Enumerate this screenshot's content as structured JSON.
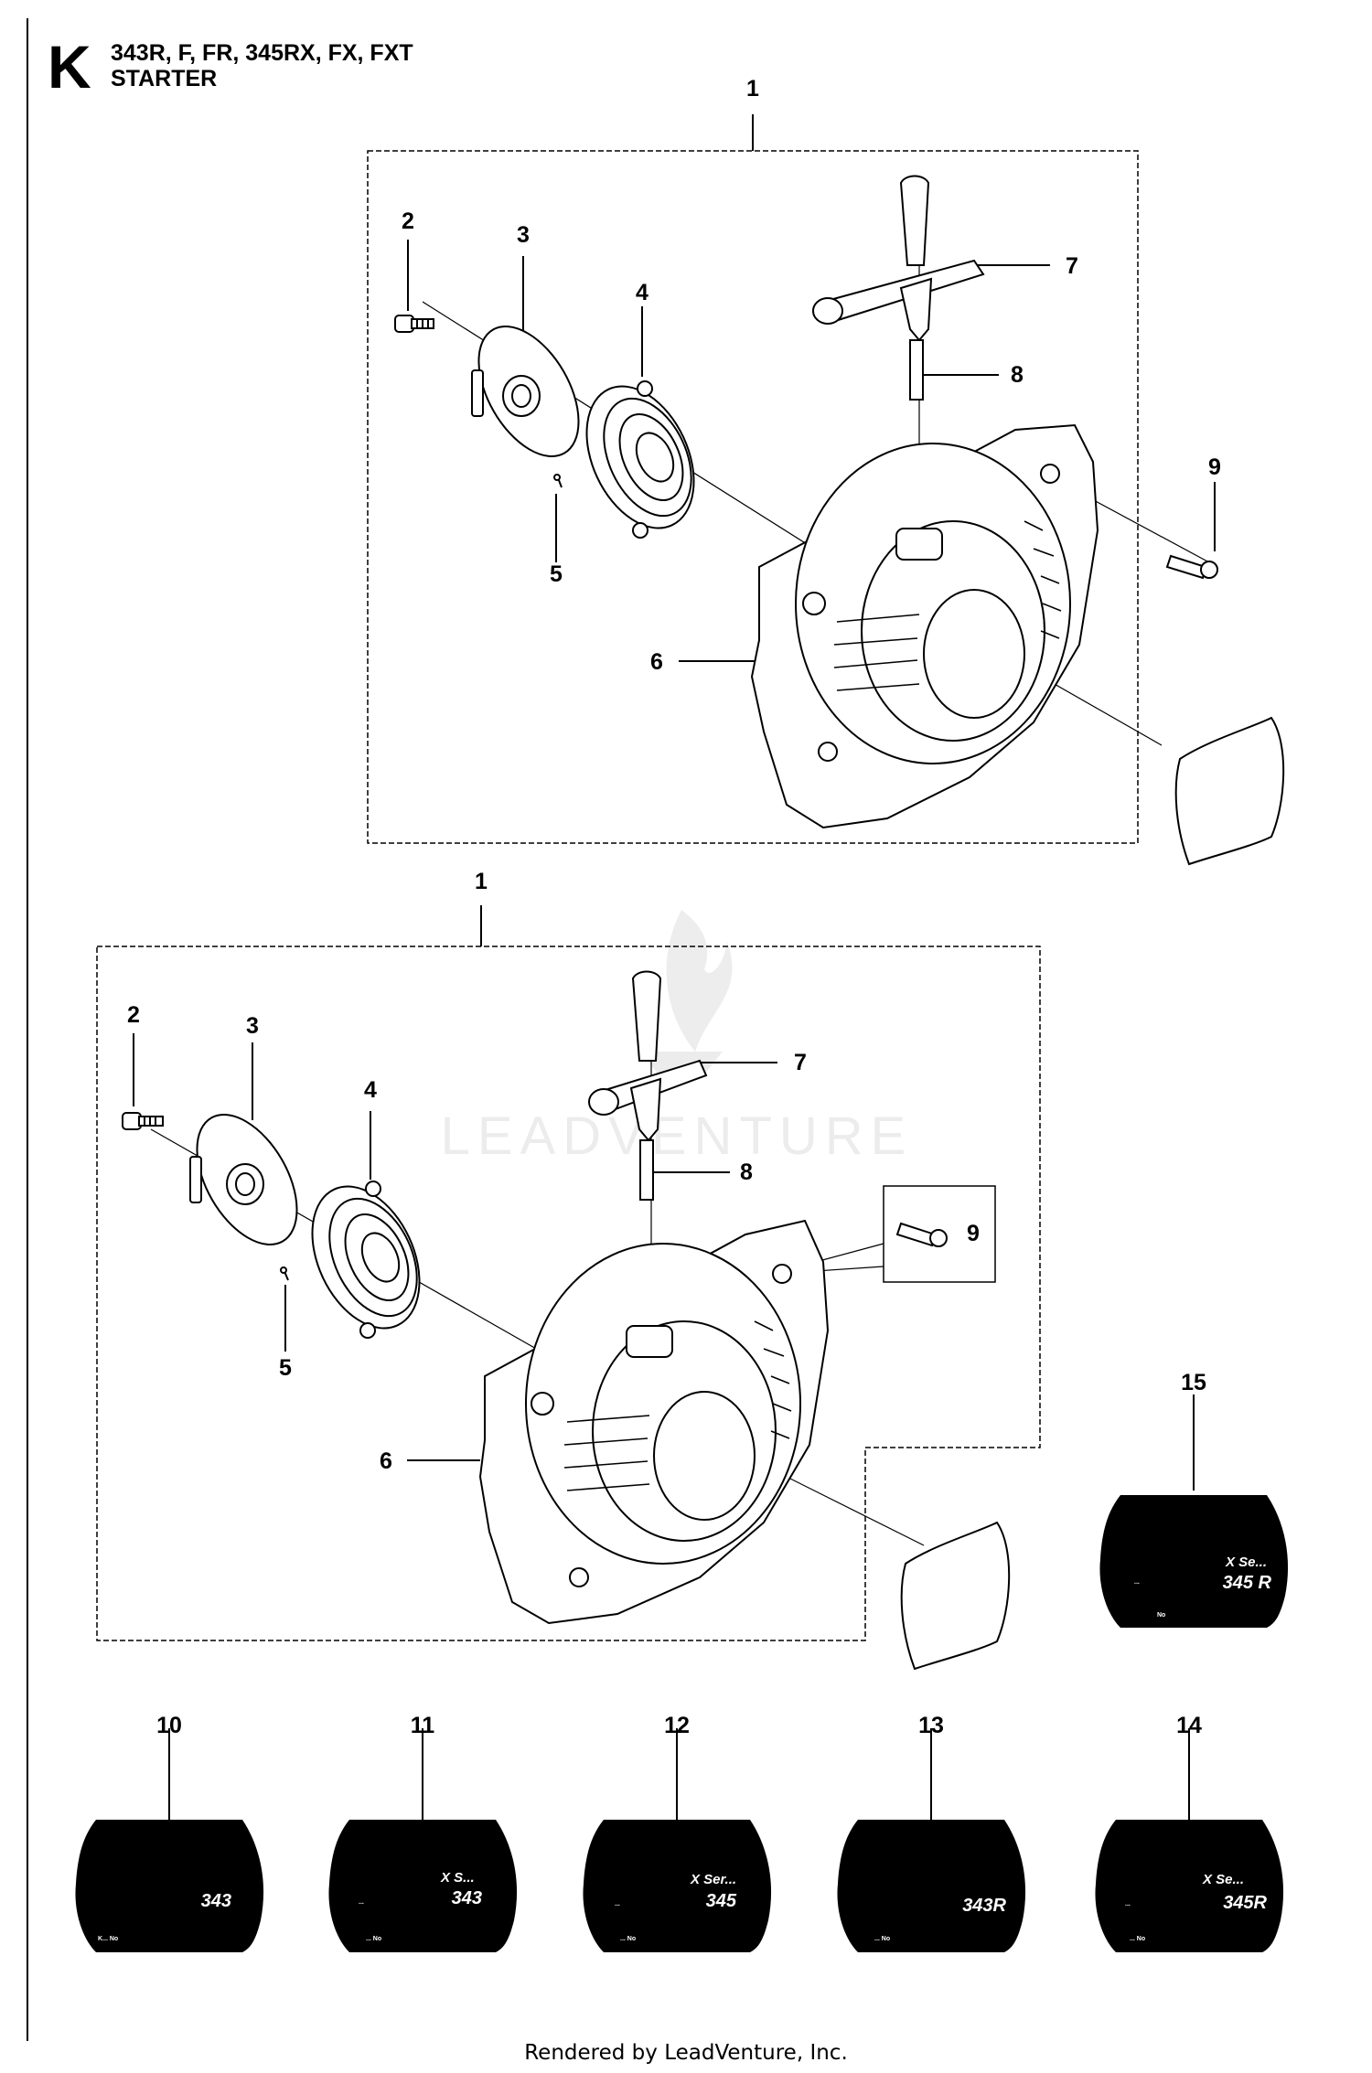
{
  "header": {
    "section_letter": "K",
    "models": "343R, F, FR, 345RX, FX, FXT",
    "title": "STARTER"
  },
  "watermark": "LEADVENTURE",
  "footer": "Rendered by LeadVenture, Inc.",
  "assembly_a": {
    "callouts": [
      "1",
      "2",
      "3",
      "4",
      "5",
      "6",
      "7",
      "8",
      "9"
    ]
  },
  "assembly_b": {
    "callouts": [
      "1",
      "2",
      "3",
      "4",
      "5",
      "6",
      "7",
      "8",
      "9"
    ]
  },
  "decals": [
    {
      "number": "10",
      "lines": [
        "343",
        "K...   No"
      ]
    },
    {
      "number": "11",
      "lines": [
        "X S...",
        "343",
        "...",
        "... No"
      ]
    },
    {
      "number": "12",
      "lines": [
        "X Ser...",
        "345",
        "...",
        "... No"
      ]
    },
    {
      "number": "13",
      "lines": [
        "343R",
        "... No"
      ]
    },
    {
      "number": "14",
      "lines": [
        "X Se...",
        "345R",
        "...",
        "... No"
      ]
    },
    {
      "number": "15",
      "lines": [
        "X Se...",
        "345 R",
        "...",
        "No"
      ]
    }
  ]
}
